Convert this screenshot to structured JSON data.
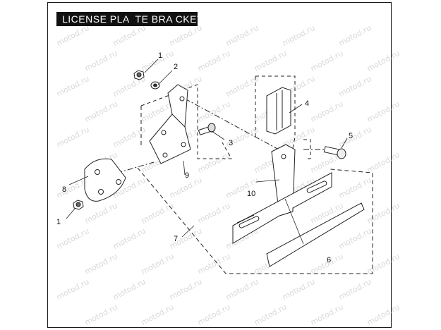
{
  "diagram": {
    "title": "LICENSE PLA  TE BRA CKET",
    "watermark": "motod.ru",
    "callouts": {
      "c1_top": "1",
      "c2": "2",
      "c3": "3",
      "c4": "4",
      "c5": "5",
      "c6": "6",
      "c7": "7",
      "c8": "8",
      "c9": "9",
      "c10": "10",
      "c1_bottom": "1"
    }
  }
}
